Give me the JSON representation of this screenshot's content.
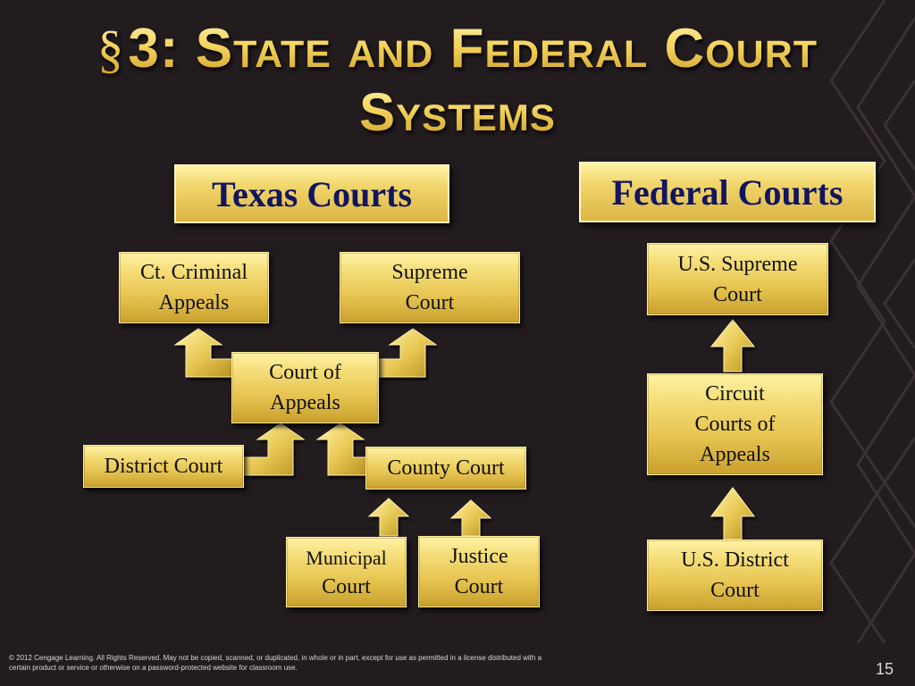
{
  "slide": {
    "section_symbol": "§",
    "title_line1": "3: State and Federal Court",
    "title_line2": "Systems",
    "footer": "© 2012 Cengage Learning. All Rights Reserved. May not be copied, scanned, or duplicated, in whole or in part, except for use as permitted in a license distributed with a certain product or service or otherwise on a password-protected website for classroom use.",
    "page_number": "15"
  },
  "texas": {
    "header": "Texas Courts",
    "criminal_appeals": [
      "Ct. Criminal",
      "Appeals"
    ],
    "supreme_court": [
      "Supreme",
      "Court"
    ],
    "court_of_appeals": [
      "Court of",
      "Appeals"
    ],
    "district_court": "District Court",
    "county_court": "County Court",
    "municipal_court": [
      "Municipal",
      "Court"
    ],
    "justice_court": [
      "Justice",
      "Court"
    ]
  },
  "federal": {
    "header": "Federal Courts",
    "supreme_court": [
      "U.S. Supreme",
      "Court"
    ],
    "circuit_courts": [
      "Circuit",
      "Courts of",
      "Appeals"
    ],
    "district_court": [
      "U.S. District",
      "Court"
    ]
  },
  "colors": {
    "background": "#231c1f",
    "box_gold": "#e6c451",
    "header_text": "#121560",
    "title_gold": "#f2d35a"
  }
}
